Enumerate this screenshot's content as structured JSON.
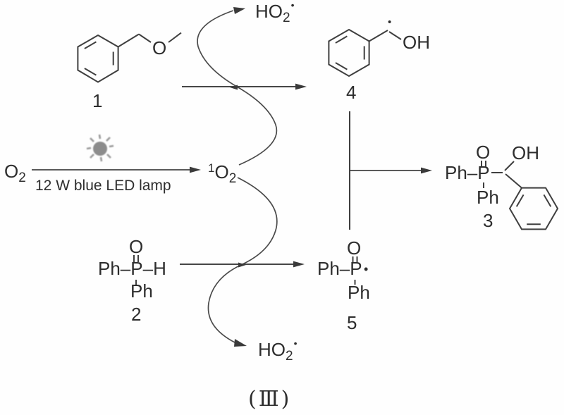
{
  "scheme_label": "(Ⅲ)",
  "photoreaction": {
    "reactant": {
      "base": "O",
      "sub": "2"
    },
    "condition": "12 W blue LED lamp",
    "light_icon": "sun-icon",
    "product": {
      "sup": "1",
      "base": "O",
      "sub": "2"
    }
  },
  "byproducts": {
    "top": {
      "base": "HO",
      "sub": "2",
      "radical": "•"
    },
    "bottom": {
      "base": "HO",
      "sub": "2",
      "radical": "•"
    }
  },
  "compounds": {
    "c1": {
      "number": "1",
      "ether_oxygen": "O"
    },
    "c2": {
      "number": "2",
      "oxo": "O",
      "backbone": "Ph–P–H",
      "phenyl_below": "Ph"
    },
    "c3": {
      "number": "3",
      "oxo": "O",
      "backbone": "Ph–P",
      "hydroxyl": "OH",
      "phenyl_below": "Ph"
    },
    "c4": {
      "number": "4",
      "hydroxyl": "OH",
      "radical": "•"
    },
    "c5": {
      "number": "5",
      "oxo": "O",
      "backbone": "Ph–P",
      "radical": "•",
      "phenyl_below": "Ph"
    }
  },
  "colors": {
    "stroke": "#3f3f3f",
    "text": "#2d2d2d",
    "sun": "#8c8c8c"
  }
}
